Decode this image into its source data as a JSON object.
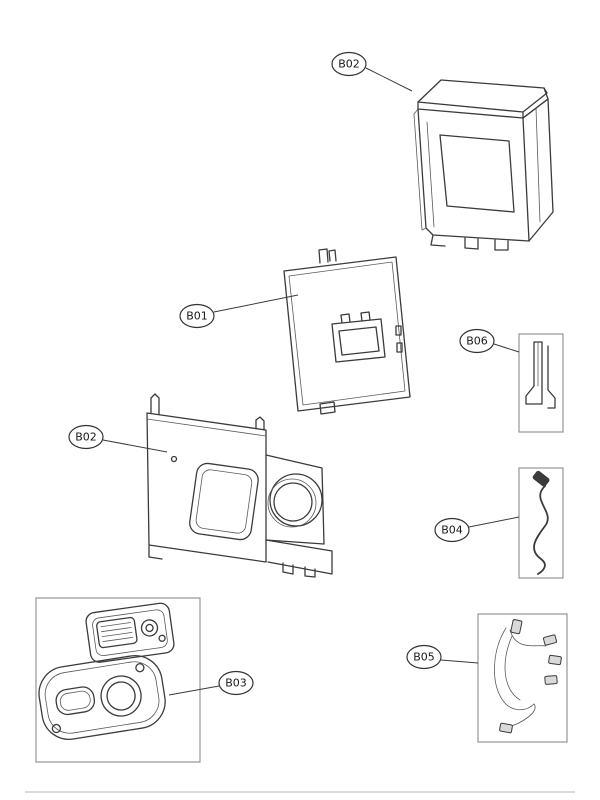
{
  "diagram": {
    "type": "exploded-parts-diagram",
    "colors": {
      "line": "#3b3b3b",
      "label_border": "#333333",
      "box_border": "#8c8c8c",
      "background": "#ffffff"
    },
    "callouts": [
      {
        "id": "callout-b02-top",
        "label": "B02"
      },
      {
        "id": "callout-b01",
        "label": "B01"
      },
      {
        "id": "callout-b06",
        "label": "B06"
      },
      {
        "id": "callout-b02-left",
        "label": "B02"
      },
      {
        "id": "callout-b04",
        "label": "B04"
      },
      {
        "id": "callout-b03",
        "label": "B03"
      },
      {
        "id": "callout-b05",
        "label": "B05"
      }
    ]
  }
}
